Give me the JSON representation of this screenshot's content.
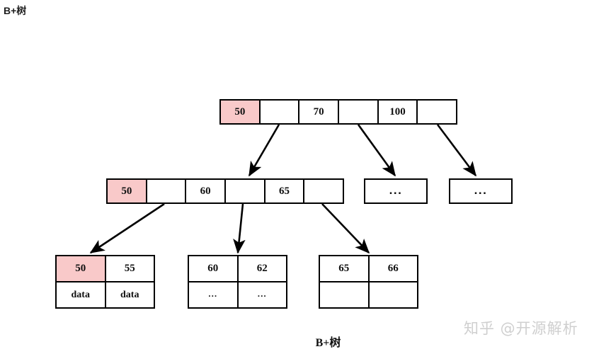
{
  "page": {
    "title_top": "B+树",
    "caption_bottom": "B+树",
    "watermark": "知乎 @开源解析",
    "background_color": "#ffffff",
    "line_color": "#000000",
    "highlight_color": "#f9c9c9"
  },
  "tree": {
    "root": {
      "name": "root-node",
      "cells": [
        {
          "text": "50",
          "highlighted": true
        },
        {
          "text": "",
          "highlighted": false
        },
        {
          "text": "70",
          "highlighted": false
        },
        {
          "text": "",
          "highlighted": false
        },
        {
          "text": "100",
          "highlighted": false
        },
        {
          "text": "",
          "highlighted": false
        }
      ]
    },
    "internal": {
      "name": "internal-node",
      "cells": [
        {
          "text": "50",
          "highlighted": true
        },
        {
          "text": "",
          "highlighted": false
        },
        {
          "text": "60",
          "highlighted": false
        },
        {
          "text": "",
          "highlighted": false
        },
        {
          "text": "65",
          "highlighted": false
        },
        {
          "text": "",
          "highlighted": false
        }
      ]
    },
    "internal_ellipsis": [
      {
        "text": "..."
      },
      {
        "text": "..."
      }
    ],
    "leaves": [
      {
        "name": "leaf-node-1",
        "keys": [
          {
            "text": "50",
            "highlighted": true
          },
          {
            "text": "55",
            "highlighted": false
          }
        ],
        "values": [
          {
            "text": "data"
          },
          {
            "text": "data"
          }
        ]
      },
      {
        "name": "leaf-node-2",
        "keys": [
          {
            "text": "60",
            "highlighted": false
          },
          {
            "text": "62",
            "highlighted": false
          }
        ],
        "values": [
          {
            "text": "..."
          },
          {
            "text": "..."
          }
        ]
      },
      {
        "name": "leaf-node-3",
        "keys": [
          {
            "text": "65",
            "highlighted": false
          },
          {
            "text": "66",
            "highlighted": false
          }
        ],
        "values": [
          {
            "text": ""
          },
          {
            "text": ""
          }
        ]
      }
    ]
  }
}
